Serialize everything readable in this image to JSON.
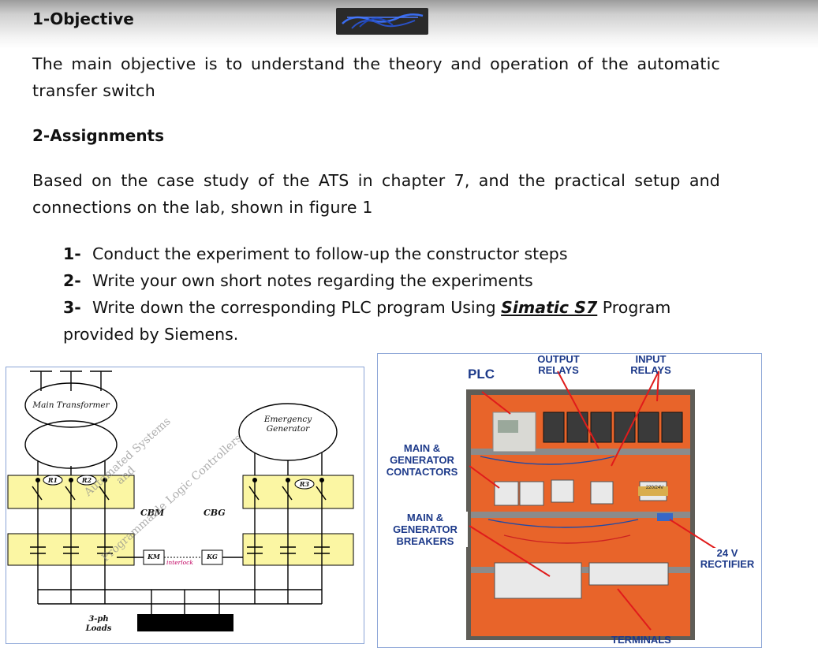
{
  "objective": {
    "heading": "1-Objective",
    "text": "The main objective is to understand the theory and operation of the automatic transfer switch"
  },
  "assignments": {
    "heading": "2-Assignments",
    "intro": "Based on the case study of the ATS in chapter 7, and the practical setup and connections on the lab, shown in figure 1",
    "items": [
      {
        "num": "1-",
        "text": "Conduct the experiment to follow-up the constructor steps"
      },
      {
        "num": "2-",
        "text": "Write your own short notes regarding the experiments"
      },
      {
        "num": "3-",
        "text_before": "Write down the corresponding PLC program Using",
        "emphasis": "Simatic S7",
        "text_after": "Program provided by Siemens."
      }
    ]
  },
  "diagram": {
    "main_transformer": "Main Transformer",
    "emergency_generator": "Emergency Generator",
    "r1": "R1",
    "r2": "R2",
    "r3": "R3",
    "cbm": "CBM",
    "cbg": "CBG",
    "km": "KM",
    "kg": "KG",
    "interlock": "interlock",
    "loads": "3-ph Loads",
    "watermark_line1": "Automated Systems",
    "watermark_line2": "and",
    "watermark_line3": "Programmable Logic Controllers"
  },
  "photo": {
    "plc": "PLC",
    "output_relays_1": "OUTPUT",
    "output_relays_2": "RELAYS",
    "input_relays_1": "INPUT",
    "input_relays_2": "RELAYS",
    "contactors_1": "MAIN &",
    "contactors_2": "GENERATOR",
    "contactors_3": "CONTACTORS",
    "breakers_1": "MAIN &",
    "breakers_2": "GENERATOR",
    "breakers_3": "BREAKERS",
    "rectifier_1": "24 V",
    "rectifier_2": "RECTIFIER",
    "terminals": "TERMINALS",
    "transformer_label": "220/24V",
    "panel_color": "#e8642a"
  }
}
